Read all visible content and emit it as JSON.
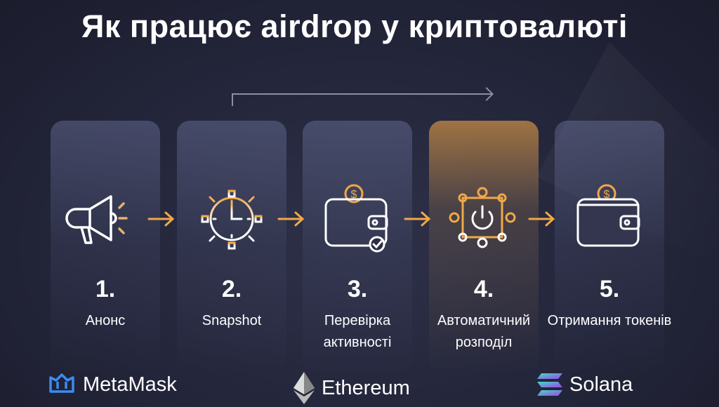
{
  "title": "Як працює airdrop у криптовалюті",
  "steps": [
    {
      "number": "1.",
      "label": "Анонс",
      "icon": "megaphone-icon"
    },
    {
      "number": "2.",
      "label": "Snapshot",
      "icon": "stopwatch-icon"
    },
    {
      "number": "3.",
      "label": "Перевірка активності",
      "icon": "wallet-check-icon"
    },
    {
      "number": "4.",
      "label": "Автоматичний розподіл",
      "icon": "network-power-icon"
    },
    {
      "number": "5.",
      "label": "Отримання токенів",
      "icon": "wallet-coin-icon"
    }
  ],
  "logos": [
    {
      "name": "MetaMask"
    },
    {
      "name": "Ethereum"
    },
    {
      "name": "Solana"
    }
  ],
  "colors": {
    "accent": "#f0a848",
    "background": "#23253a"
  }
}
